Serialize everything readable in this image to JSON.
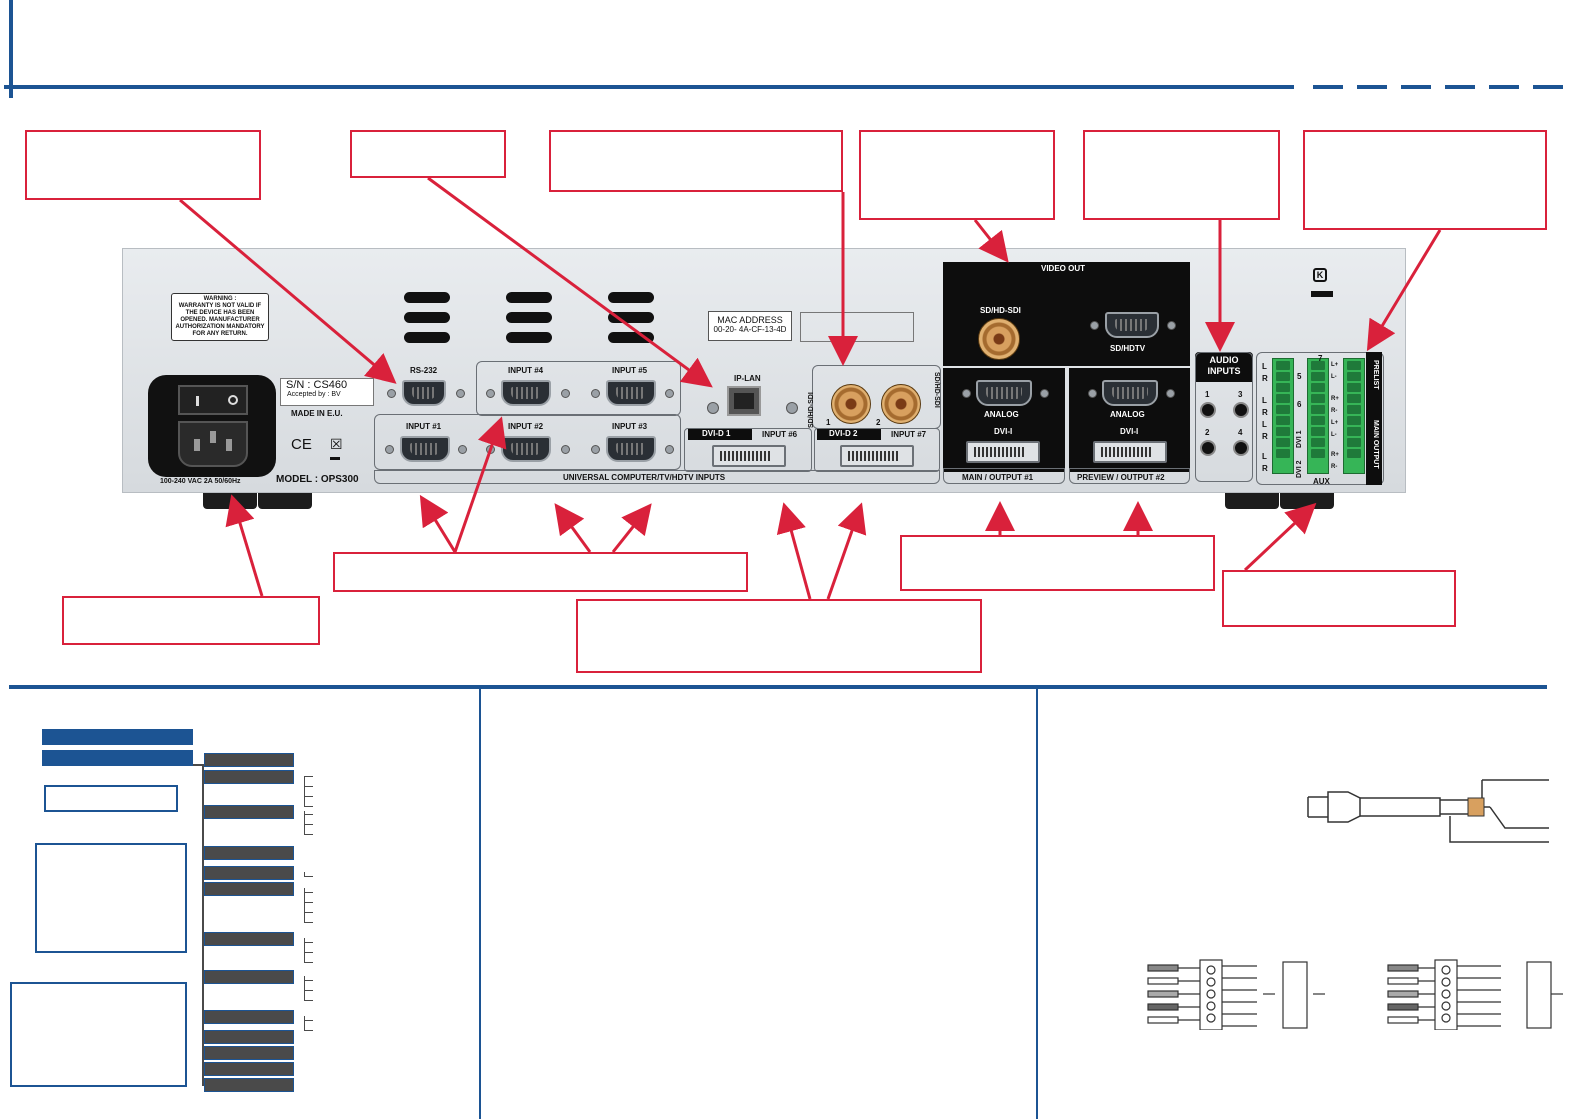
{
  "device": {
    "warning": [
      "WARNING :",
      "WARRANTY IS NOT VALID IF",
      "THE DEVICE HAS BEEN",
      "OPENED. MANUFACTURER",
      "AUTHORIZATION MANDATORY",
      "FOR ANY RETURN."
    ],
    "serial": "S/N : CS460",
    "accepted_by": "Accepted by : BV",
    "made_in": "MADE IN E.U.",
    "ce_mark": "CE",
    "model": "MODEL : OPS300",
    "power_rating": "100-240 VAC 2A 50/60Hz",
    "mac_title": "MAC ADDRESS",
    "mac_value": "00-20- 4A-CF-13-4D",
    "rs232": "RS-232",
    "input1": "INPUT #1",
    "input2": "INPUT #2",
    "input3": "INPUT #3",
    "input4": "INPUT #4",
    "input5": "INPUT #5",
    "ip_lan": "IP-LAN",
    "dvi_d1": "DVI-D 1",
    "input6": "INPUT #6",
    "dvi_d2": "DVI-D 2",
    "input7": "INPUT #7",
    "sdi_label_left": "SD/HD-SDI",
    "sdi_label_right": "SD/HD-SDI",
    "sdi_num1": "1",
    "sdi_num2": "2",
    "universal_inputs": "UNIVERSAL COMPUTER/TV/HDTV INPUTS",
    "video_out": "VIDEO OUT",
    "sdhd_sdi": "SD/HD-SDI",
    "sd_hdtv": "SD/HDTV",
    "analog1": "ANALOG",
    "dvi_i1": "DVI-I",
    "main_output": "MAIN / OUTPUT #1",
    "analog2": "ANALOG",
    "dvi_i2": "DVI-I",
    "preview_output": "PREVIEW / OUTPUT #2",
    "audio_inputs": "AUDIO INPUTS",
    "audio_nums": [
      "1",
      "3",
      "2",
      "4"
    ],
    "terminal_labels_left": [
      "L",
      "R",
      "L",
      "R",
      "L",
      "R",
      "L",
      "R"
    ],
    "terminal_nums": [
      "5",
      "6"
    ],
    "dvi_labels": [
      "DVI 1",
      "DVI 2"
    ],
    "seven": "7",
    "aux": "AUX",
    "lr_labels": [
      "L+",
      "L-",
      "R+",
      "R-",
      "L+",
      "L-",
      "R+",
      "R-"
    ],
    "prelist": "PRELIST",
    "main_output_side": "MAIN OUTPUT"
  },
  "menu_bars_count": 15,
  "colors": {
    "accent": "#d9213b",
    "brand": "#1c5493",
    "panel": "#e3e6e9"
  }
}
